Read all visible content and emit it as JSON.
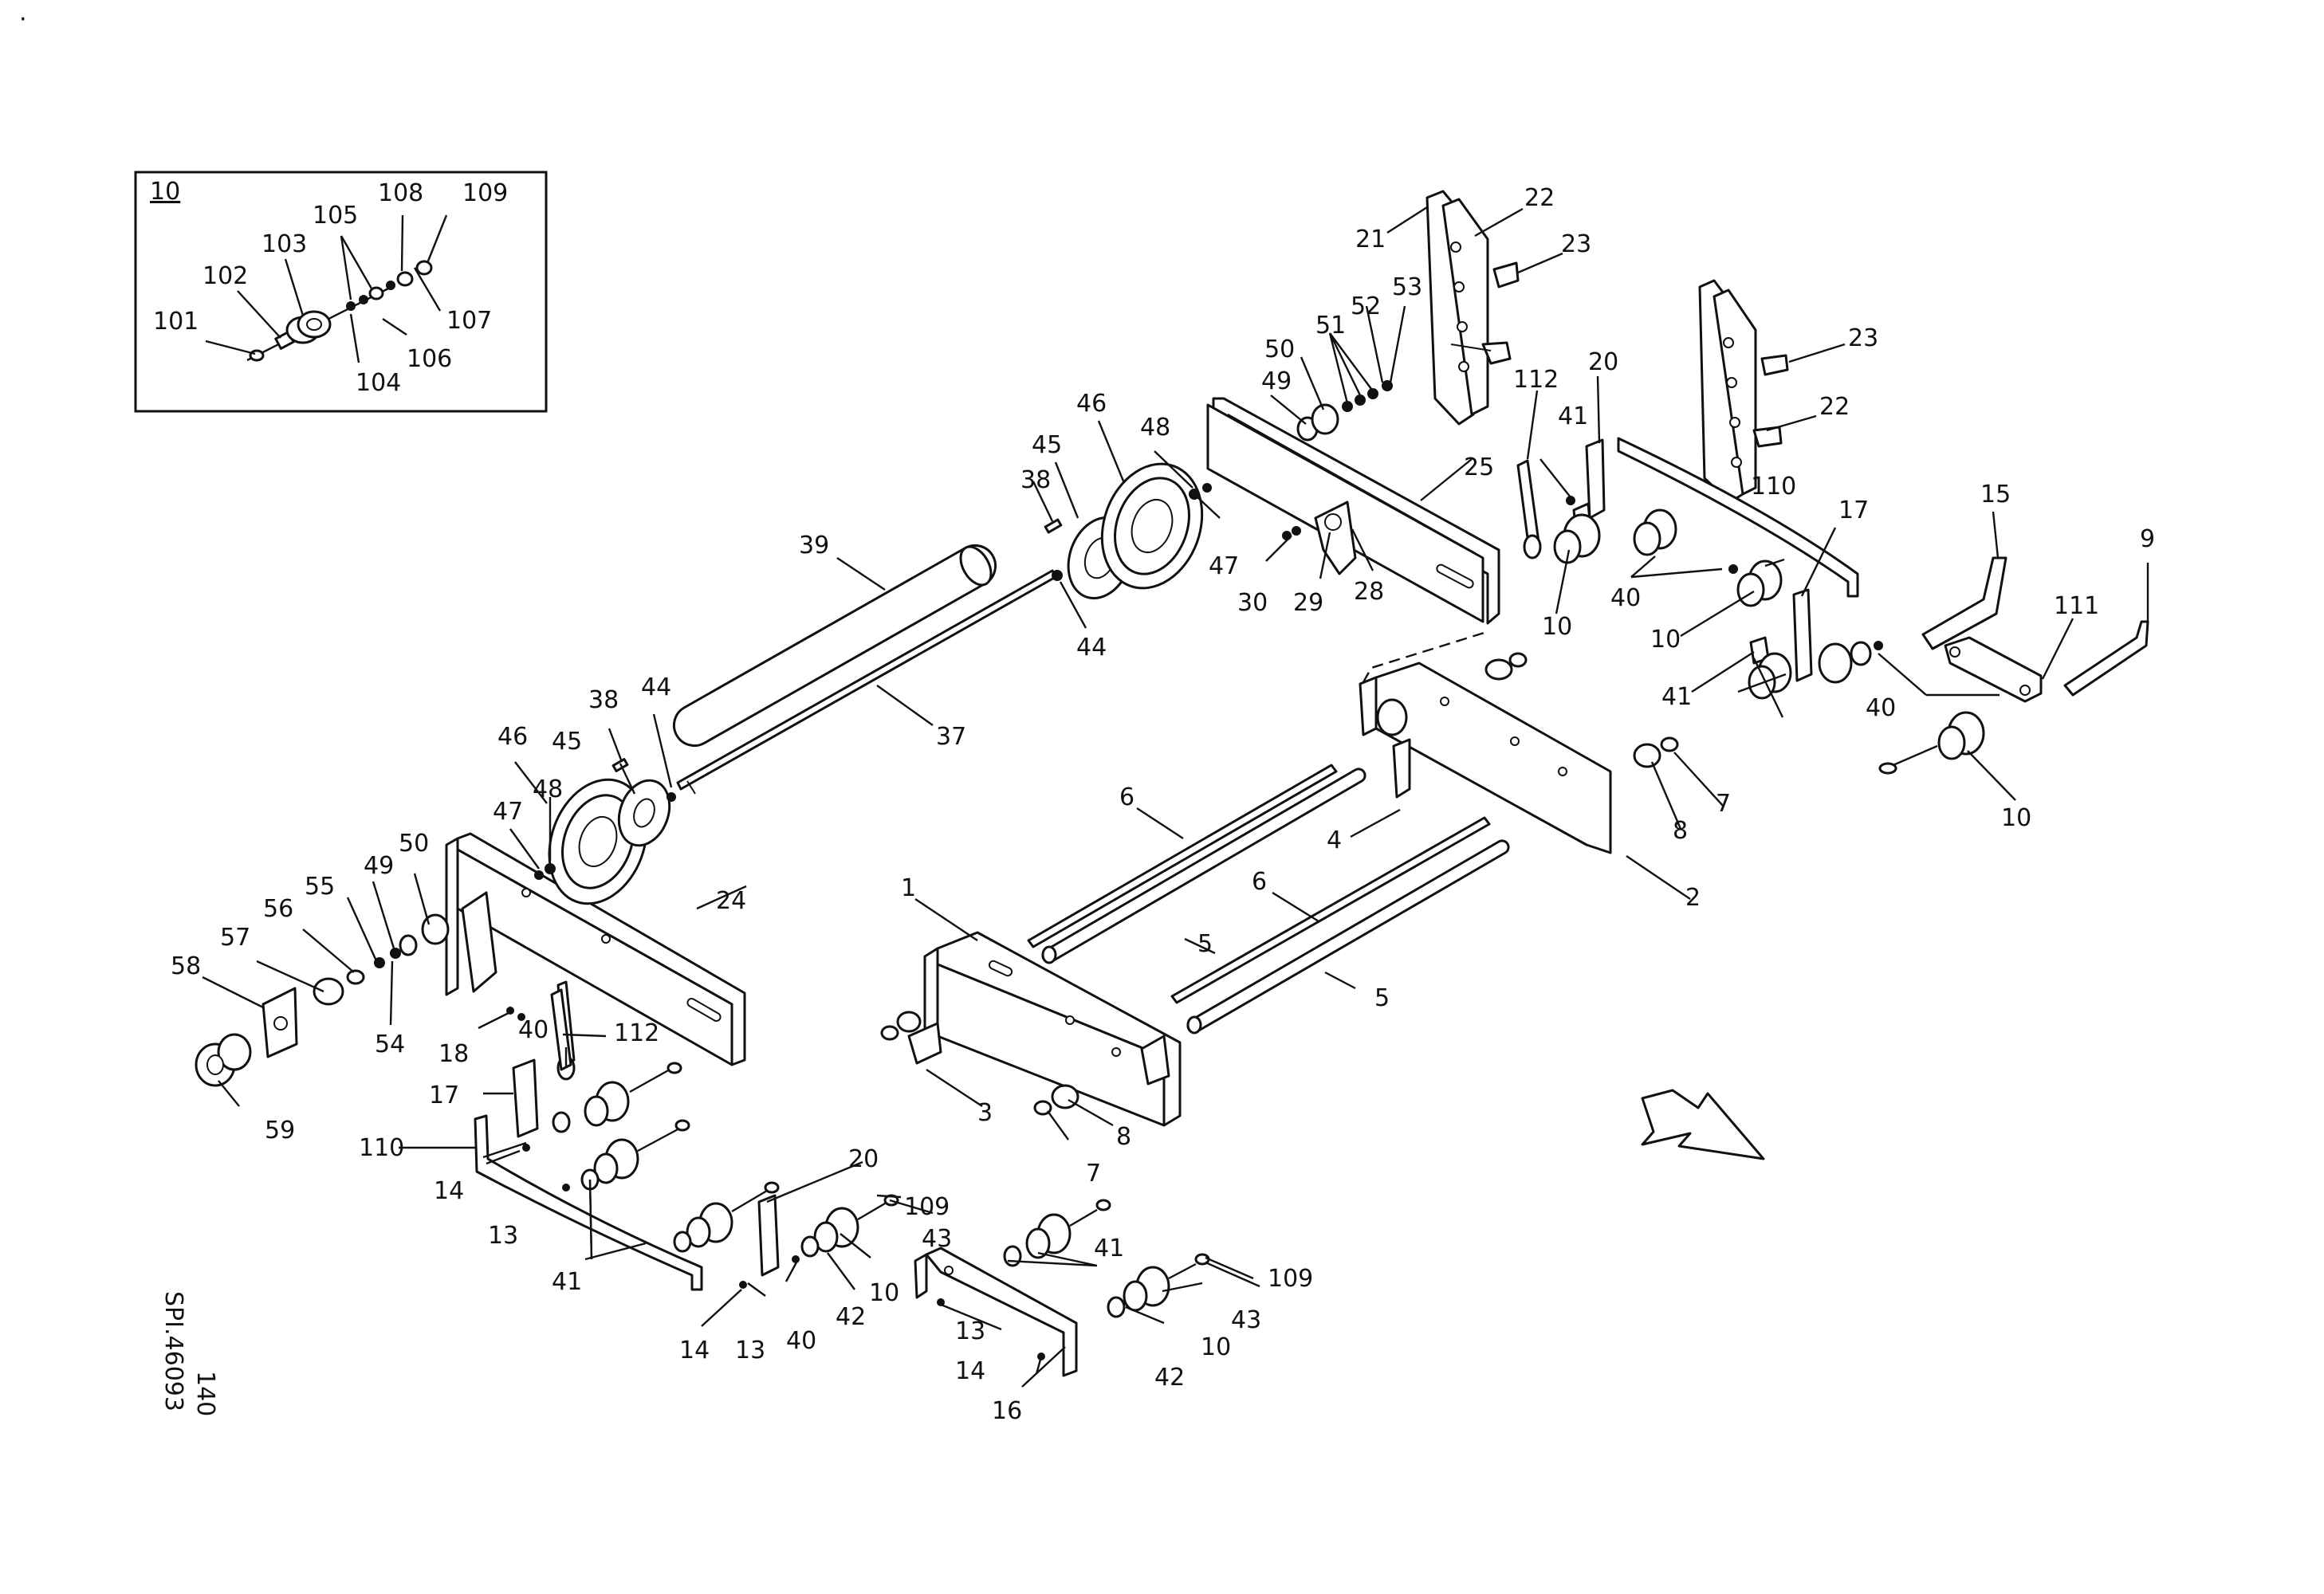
{
  "inset": {
    "title": "10",
    "callouts": [
      "101",
      "102",
      "103",
      "104",
      "105",
      "106",
      "107",
      "108",
      "109"
    ]
  },
  "callouts": [
    "1",
    "2",
    "3",
    "4",
    "5",
    "5",
    "6",
    "6",
    "7",
    "7",
    "8",
    "8",
    "9",
    "10",
    "10",
    "10",
    "10",
    "10",
    "10",
    "13",
    "13",
    "13",
    "14",
    "14",
    "14",
    "15",
    "16",
    "17",
    "17",
    "18",
    "20",
    "20",
    "21",
    "22",
    "22",
    "23",
    "23",
    "24",
    "25",
    "28",
    "29",
    "30",
    "37",
    "38",
    "38",
    "39",
    "40",
    "40",
    "40",
    "40",
    "41",
    "41",
    "41",
    "41",
    "42",
    "42",
    "43",
    "43",
    "44",
    "44",
    "45",
    "45",
    "46",
    "46",
    "47",
    "47",
    "48",
    "48",
    "49",
    "49",
    "50",
    "50",
    "51",
    "52",
    "53",
    "54",
    "55",
    "56",
    "57",
    "58",
    "59",
    "109",
    "109",
    "110",
    "110",
    "111",
    "112",
    "112"
  ],
  "drawing_code": "SPI.46093",
  "page_number": "140",
  "corner_mark": "·"
}
